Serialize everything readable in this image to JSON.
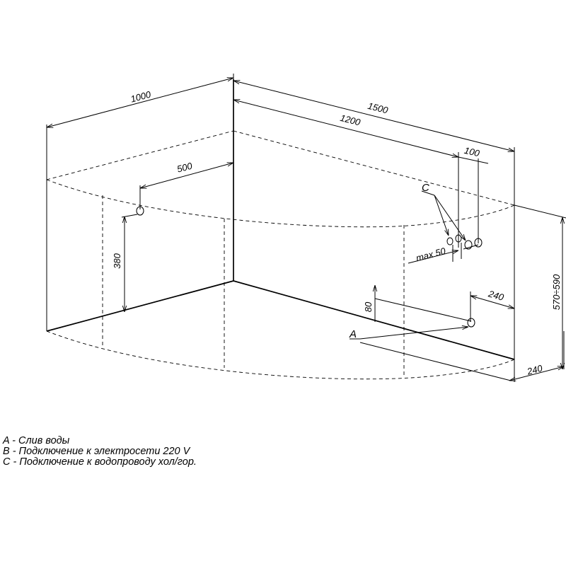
{
  "dimensions": {
    "width": "1000",
    "length": "1500",
    "inner_length": "1200",
    "outlet_offset": "100",
    "left_outlet_offset": "500",
    "left_outlet_height": "380",
    "drain_height": "80",
    "drain_side_offset": "240",
    "drain_front_offset": "240",
    "total_height": "570÷590",
    "max_spacing": "max 50"
  },
  "markers": {
    "a": "A",
    "c": "C"
  },
  "legend": [
    "A - Слив воды",
    "B - Подключение к электросети 220 V",
    "C - Подключение к водопроводу хол/гор."
  ]
}
